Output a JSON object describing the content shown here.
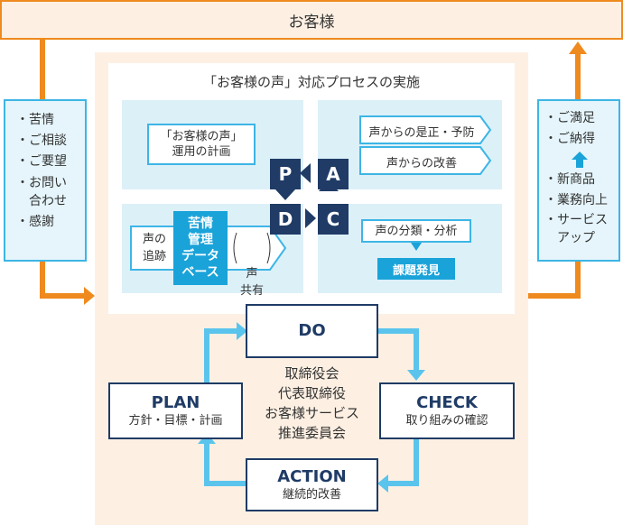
{
  "customer": "お客様",
  "process_title": "「お客様の声」対応プロセスの実施",
  "left_box": {
    "items": [
      "苦情",
      "ご相談",
      "ご要望",
      "お問い\n合わせ",
      "感謝"
    ]
  },
  "right_box": {
    "top_items": [
      "ご満足",
      "ご納得"
    ],
    "bottom_items": [
      "新商品",
      "業務向上",
      "サービス\nアップ"
    ]
  },
  "plan_quadrant": {
    "label": "「お客様の声」\n運用の計画"
  },
  "act_quadrant": {
    "label1": "声からの是正・予防",
    "label2": "声からの改善"
  },
  "do_quadrant": {
    "track": "声の\n追跡",
    "database": "苦情\n管理\nデータ\nベース",
    "share": "声\n共有"
  },
  "check_quadrant": {
    "analysis": "声の分類・分析",
    "issue": "課題発見"
  },
  "pdca": {
    "p": "P",
    "a": "A",
    "d": "D",
    "c": "C"
  },
  "cycle": {
    "do_title": "DO",
    "plan_title": "PLAN",
    "plan_sub": "方針・目標・計画",
    "check_title": "CHECK",
    "check_sub": "取り組みの確認",
    "action_title": "ACTION",
    "action_sub": "継続的改善",
    "center": [
      "取締役会",
      "代表取締役",
      "お客様サービス",
      "推進委員会"
    ]
  },
  "colors": {
    "orange": "#ef8a1e",
    "light_orange": "#fdf0e3",
    "blue": "#3db5e6",
    "navy": "#1f3b66",
    "light_blue": "#dcf0f8"
  }
}
